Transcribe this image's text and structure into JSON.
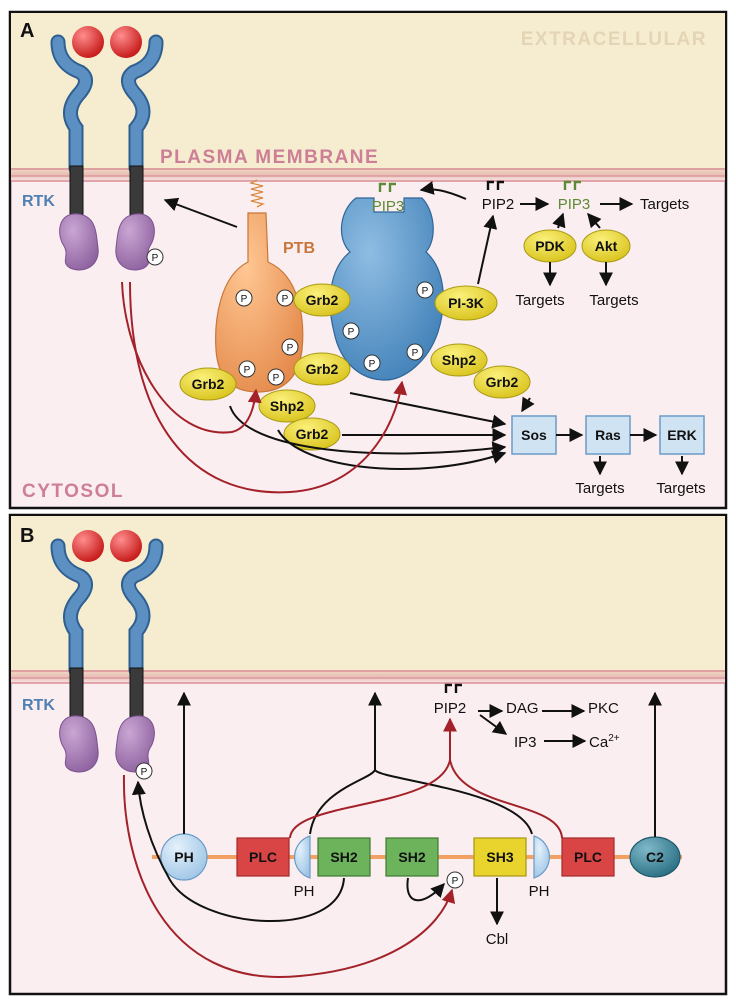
{
  "panels": {
    "a": {
      "letter": "A",
      "extracellular": "EXTRACELLULAR",
      "plasma_membrane": "PLASMA MEMBRANE",
      "cytosol": "CYTOSOL",
      "rtk": "RTK",
      "ptb": "PTB",
      "p": "P",
      "grb2": "Grb2",
      "shp2": "Shp2",
      "pi3k": "PI-3K",
      "pdk": "PDK",
      "akt": "Akt",
      "pip2": "PIP2",
      "pip3": "PIP3",
      "targets": "Targets",
      "sos": "Sos",
      "ras": "Ras",
      "erk": "ERK"
    },
    "b": {
      "letter": "B",
      "rtk": "RTK",
      "p": "P",
      "pip2": "PIP2",
      "dag": "DAG",
      "pkc": "PKC",
      "ip3": "IP3",
      "ca": "Ca",
      "ca_sup": "2+",
      "ph": "PH",
      "plc": "PLC",
      "sh2": "SH2",
      "sh3": "SH3",
      "c2": "C2",
      "cbl": "Cbl"
    }
  },
  "colors": {
    "extracellular_bg": "#f6ecd0",
    "membrane_band": "#d98f95",
    "cytosol_bg": "#fbeef0",
    "receptor_blue": "#5c8fc2",
    "receptor_purple": "#a278b0",
    "ligand_red": "#d52b2b",
    "grb2_yellow": "#e7d629",
    "ptb_orange": "#f1a263",
    "pi3k_blue": "#5b95c9",
    "box_blue": "#cfe3f3",
    "plc_red": "#d94545",
    "sh2_green": "#6db35c",
    "sh3_yellow": "#e8d42c",
    "c2_teal": "#2f7f95",
    "arrow_red": "#a3222a",
    "pip3_green": "#5c8a35",
    "label_pink": "#cc7f96",
    "label_blue": "#4f7fb3"
  }
}
